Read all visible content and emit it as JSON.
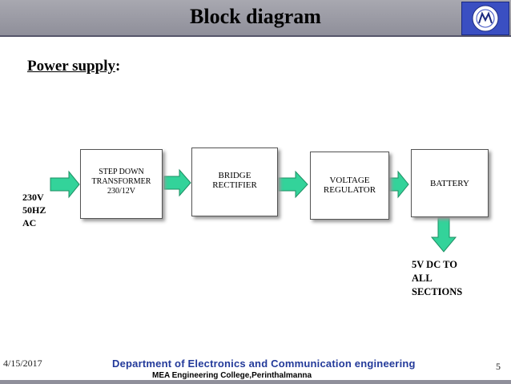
{
  "header": {
    "title": "Block diagram"
  },
  "section": {
    "heading": "Power supply",
    "heading_suffix": ":"
  },
  "input": {
    "lines": [
      "230V",
      "50HZ",
      "AC"
    ]
  },
  "blocks": [
    {
      "lines": [
        "STEP DOWN",
        "TRANSFORMER",
        "230/12V"
      ]
    },
    {
      "lines": [
        "BRIDGE",
        "RECTIFIER"
      ]
    },
    {
      "lines": [
        "VOLTAGE",
        "REGULATOR"
      ]
    },
    {
      "lines": [
        "BATTERY"
      ]
    }
  ],
  "output": {
    "lines": [
      "5V DC TO",
      "ALL",
      "SECTIONS"
    ]
  },
  "footer": {
    "date": "4/15/2017",
    "page": "5",
    "department": "Department of Electronics and Communication engineering",
    "college": "MEA Engineering College,Perinthalmanna"
  },
  "colors": {
    "arrow": "#33d39a",
    "arrow_stroke": "#1e8f63",
    "logo": "#3a4fc2"
  }
}
